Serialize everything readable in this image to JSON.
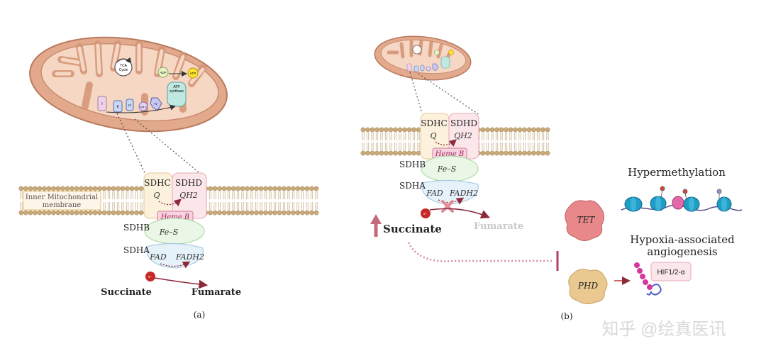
{
  "panel_a": {
    "mito": {
      "tca": "TCA",
      "cycle": "Cycle",
      "adp": "ADP",
      "atp": "ATP",
      "atp_synthase_1": "ATP",
      "atp_synthase_2": "synthase",
      "complex_i": "I",
      "complex_ii": "II",
      "complex_iii": "III",
      "cyt_c": "Cyt C",
      "complex_iv": "IV"
    },
    "membrane_label_1": "Inner Mitochondrial",
    "membrane_label_2": "membrane",
    "sdhc": "SDHC",
    "sdhd": "SDHD",
    "q": "Q",
    "qh2": "QH2",
    "heme_b": "Heme B",
    "sdhb": "SDHB",
    "fe_s": "Fe–S",
    "sdha": "SDHA",
    "fad": "FAD",
    "fadh2": "FADH2",
    "electron": "e⁻",
    "succinate": "Succinate",
    "fumarate": "Fumarate",
    "panel_label": "(a)"
  },
  "panel_b": {
    "sdhc": "SDHC",
    "sdhd": "SDHD",
    "q": "Q",
    "qh2": "QH2",
    "heme_b": "Heme B",
    "sdhb": "SDHB",
    "fe_s": "Fe–S",
    "sdha": "SDHA",
    "fad": "FAD",
    "fadh2": "FADH2",
    "electron": "e⁻",
    "succinate": "Succinate",
    "fumarate": "Fumarate",
    "hypermethylation": "Hypermethylation",
    "tet": "TET",
    "hypoxia_1": "Hypoxia-associated",
    "hypoxia_2": "angiogenesis",
    "phd": "PHD",
    "hif": "HIF1/2-α",
    "panel_label": "(b)"
  },
  "watermark": "知乎 @绘真医讯",
  "colors": {
    "mito_outer": "#e3a98c",
    "mito_inner": "#f5d7c4",
    "membrane_head": "#c8a97a",
    "sdhc_fill": "#fcf1dc",
    "sdhd_fill": "#fbe6ea",
    "sdhb_fill": "#eaf6e6",
    "sdha_fill": "#e6f2fa",
    "heme_fill": "#f7d4e0",
    "heme_text": "#a2245a",
    "dark_red": "#8c2a3c",
    "electron": "#c62828",
    "nucleosome": "#1e9ec7",
    "blob": "#e8888a",
    "phd": "#e9c98f"
  }
}
